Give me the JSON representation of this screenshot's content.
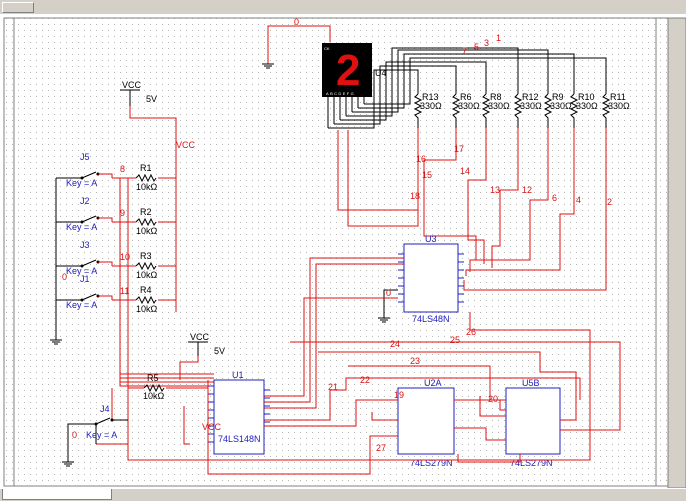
{
  "sheet": {
    "bg": "#ffffff",
    "wire_color": "#e01010",
    "part_color": "#2020c0"
  },
  "vcc1": {
    "label": "VCC",
    "voltage": "5V"
  },
  "vcc2": {
    "label": "VCC",
    "voltage": "5V"
  },
  "vcc_net": "VCC",
  "switches": [
    {
      "ref": "J5",
      "key": "Key = A"
    },
    {
      "ref": "J2",
      "key": "Key = A"
    },
    {
      "ref": "J3",
      "key": "Key = A"
    },
    {
      "ref": "J1",
      "key": "Key = A"
    },
    {
      "ref": "J4",
      "key": "Key = A"
    }
  ],
  "input_resistors": [
    {
      "ref": "R1",
      "value": "10kΩ"
    },
    {
      "ref": "R2",
      "value": "10kΩ"
    },
    {
      "ref": "R3",
      "value": "10kΩ"
    },
    {
      "ref": "R4",
      "value": "10kΩ"
    },
    {
      "ref": "R5",
      "value": "10kΩ"
    }
  ],
  "seg_resistors": [
    {
      "ref": "R13",
      "value": "330Ω"
    },
    {
      "ref": "R6",
      "value": "330Ω"
    },
    {
      "ref": "R8",
      "value": "330Ω"
    },
    {
      "ref": "R12",
      "value": "330Ω"
    },
    {
      "ref": "R9",
      "value": "330Ω"
    },
    {
      "ref": "R10",
      "value": "330Ω"
    },
    {
      "ref": "R11",
      "value": "330Ω"
    }
  ],
  "display": {
    "ref": "U4",
    "digit": "2",
    "pins": "ABCDEFG",
    "tag": "CK"
  },
  "ics": {
    "u1": {
      "ref": "U1",
      "part": "74LS148N",
      "mark": "VCC"
    },
    "u3": {
      "ref": "U3",
      "part": "74LS48N"
    },
    "u2a": {
      "ref": "U2A",
      "part": "74LS279N"
    },
    "u5b": {
      "ref": "U5B",
      "part": "74LS279N"
    }
  },
  "net_labels": {
    "n0a": "0",
    "n0b": "0",
    "n0c": "0",
    "n1": "1",
    "n2": "2",
    "n3": "3",
    "n4": "4",
    "n5": "5",
    "n6": "6",
    "n7": "7",
    "n8": "8",
    "n9": "9",
    "n10": "10",
    "n11": "11",
    "n12": "12",
    "n13": "13",
    "n14": "14",
    "n15": "15",
    "n16": "16",
    "n17": "17",
    "n18": "18",
    "n19": "19",
    "n20": "20",
    "n21": "21",
    "n22": "22",
    "n23": "23",
    "n24": "24",
    "n25": "25",
    "n26": "26",
    "n27": "27"
  }
}
